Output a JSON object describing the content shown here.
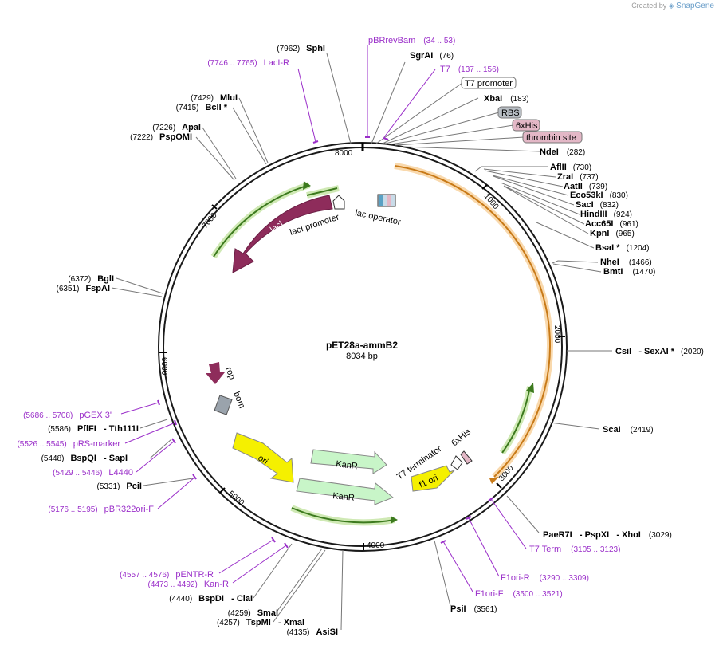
{
  "credit": {
    "prefix": "Created by",
    "brand": "SnapGene"
  },
  "plasmid": {
    "name": "pET28a-ammB2",
    "length_label": "8034 bp"
  },
  "ring_ticks": [
    "1000",
    "2000",
    "3000",
    "4000",
    "5000",
    "6000",
    "7000",
    "8000"
  ],
  "colors": {
    "backbone": "#1a1a1a",
    "feature_primer": "#9a2ec9",
    "site_label": "#000000",
    "lacI": "#8e2c5b",
    "green_arrow": "#73b84a",
    "orange_arc": "#f0a030",
    "ori": "#f5f000",
    "kanR": "#c8f5c8",
    "bom": "#9aa3ac",
    "rbs_box": "#b8bec4",
    "his_box": "#e3b7c6"
  },
  "sites_right": [
    {
      "name": "SgrAI",
      "pos": "(76)"
    },
    {
      "name": "XbaI",
      "pos": "(183)"
    },
    {
      "name": "NdeI",
      "pos": "(282)"
    },
    {
      "name": "AflII",
      "pos": "(730)"
    },
    {
      "name": "ZraI",
      "pos": "(737)"
    },
    {
      "name": "AatII",
      "pos": "(739)"
    },
    {
      "name": "Eco53kI",
      "pos": "(830)"
    },
    {
      "name": "SacI",
      "pos": "(832)"
    },
    {
      "name": "HindIII",
      "pos": "(924)"
    },
    {
      "name": "Acc65I",
      "pos": "(961)"
    },
    {
      "name": "KpnI",
      "pos": "(965)"
    },
    {
      "name": "BsaI *",
      "pos": "(1204)"
    },
    {
      "name": "NheI",
      "pos": "(1466)"
    },
    {
      "name": "BmtI",
      "pos": "(1470)"
    },
    {
      "name": "CsiI   - SexAI *",
      "pos": "(2020)"
    },
    {
      "name": "ScaI",
      "pos": "(2419)"
    },
    {
      "name": "PaeR7I   - PspXI   - XhoI",
      "pos": "(3029)"
    },
    {
      "name": "PsiI",
      "pos": "(3561)"
    }
  ],
  "sites_left": [
    {
      "name": "SphI",
      "pos": "(7962)"
    },
    {
      "name": "MluI",
      "pos": "(7429)"
    },
    {
      "name": "BclI *",
      "pos": "(7415)"
    },
    {
      "name": "ApaI",
      "pos": "(7226)"
    },
    {
      "name": "PspOMI",
      "pos": "(7222)"
    },
    {
      "name": "BglI",
      "pos": "(6372)"
    },
    {
      "name": "FspAI",
      "pos": "(6351)"
    },
    {
      "name": "PflFI   - Tth111I",
      "pos": "(5586)"
    },
    {
      "name": "BspQI   - SapI",
      "pos": "(5448)"
    },
    {
      "name": "PciI",
      "pos": "(5331)"
    },
    {
      "name": "BspDI   - ClaI",
      "pos": "(4440)"
    },
    {
      "name": "SmaI",
      "pos": "(4259)"
    },
    {
      "name": "TspMI   - XmaI",
      "pos": "(4257)"
    },
    {
      "name": "AsiSI",
      "pos": "(4135)"
    }
  ],
  "primers": [
    {
      "name": "pBRrevBam",
      "range": "(34 .. 53)"
    },
    {
      "name": "T7",
      "range": "(137 .. 156)"
    },
    {
      "name": "LacI-R",
      "range": "(7746 .. 7765)"
    },
    {
      "name": "pGEX 3'",
      "range": "(5686 .. 5708)"
    },
    {
      "name": "pRS-marker",
      "range": "(5526 .. 5545)"
    },
    {
      "name": "L4440",
      "range": "(5429 .. 5446)"
    },
    {
      "name": "pBR322ori-F",
      "range": "(5176 .. 5195)"
    },
    {
      "name": "pENTR-R",
      "range": "(4557 .. 4576)"
    },
    {
      "name": "Kan-R",
      "range": "(4473 .. 4492)"
    },
    {
      "name": "T7 Term",
      "range": "(3105 .. 3123)"
    },
    {
      "name": "F1ori-R",
      "range": "(3290 .. 3309)"
    },
    {
      "name": "F1ori-F",
      "range": "(3500 .. 3521)"
    }
  ],
  "boxed_features": [
    "T7 promoter",
    "RBS",
    "6xHis",
    "thrombin site"
  ],
  "map_features": [
    "lacI",
    "lacI promoter",
    "lac operator",
    "rop",
    "bom",
    "ori",
    "KanR",
    "KanR",
    "T7 terminator",
    "6xHis",
    "f1 ori"
  ]
}
